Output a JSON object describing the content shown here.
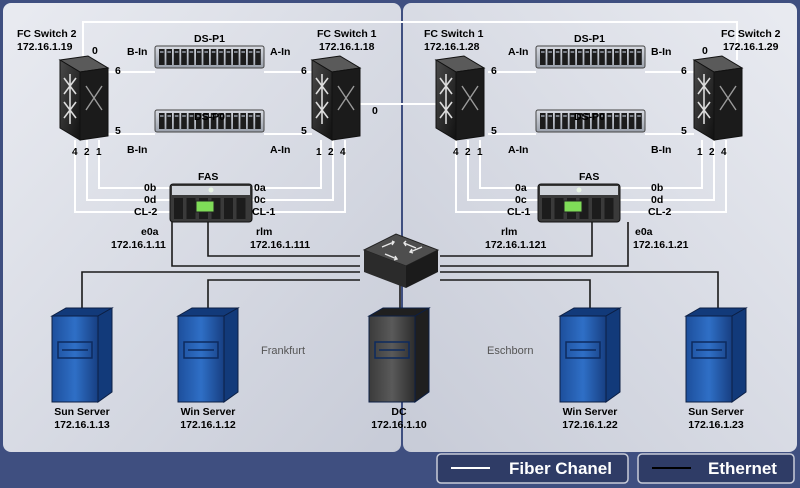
{
  "sites": [
    "Frankfurt",
    "Eschborn"
  ],
  "legend": [
    {
      "label": "Fiber Chanel",
      "line_color": "#ffffff"
    },
    {
      "label": "Ethernet",
      "line_color": "#000000"
    }
  ],
  "switches": [
    {
      "name": "FC Switch 2",
      "ip": "172.16.1.19"
    },
    {
      "name": "FC Switch 1",
      "ip": "172.16.1.18"
    },
    {
      "name": "FC Switch 1",
      "ip": "172.16.1.28"
    },
    {
      "name": "FC Switch 2",
      "ip": "172.16.1.29"
    }
  ],
  "shelves": [
    "DS-P1",
    "DS-P0"
  ],
  "fas": {
    "name": "FAS"
  },
  "fas_left": {
    "e0a": "e0a",
    "e0a_ip": "172.16.1.11",
    "rlm": "rlm",
    "rlm_ip": "172.16.1.111"
  },
  "fas_right": {
    "rlm": "rlm",
    "rlm_ip": "172.16.1.121",
    "e0a": "e0a",
    "e0a_ip": "172.16.1.21"
  },
  "ports": {
    "b_in": "B-In",
    "a_in": "A-In",
    "p0": "0",
    "p1": "1",
    "p2": "2",
    "p4": "4",
    "p5": "5",
    "p6": "6",
    "oa": "0a",
    "ob": "0b",
    "oc": "0c",
    "od": "0d",
    "cl1": "CL-1",
    "cl2": "CL-2"
  },
  "servers": [
    {
      "name": "Sun Server",
      "ip": "172.16.1.13"
    },
    {
      "name": "Win Server",
      "ip": "172.16.1.12"
    },
    {
      "name": "DC",
      "ip": "172.16.1.10"
    },
    {
      "name": "Win Server",
      "ip": "172.16.1.22"
    },
    {
      "name": "Sun Server",
      "ip": "172.16.1.23"
    }
  ]
}
